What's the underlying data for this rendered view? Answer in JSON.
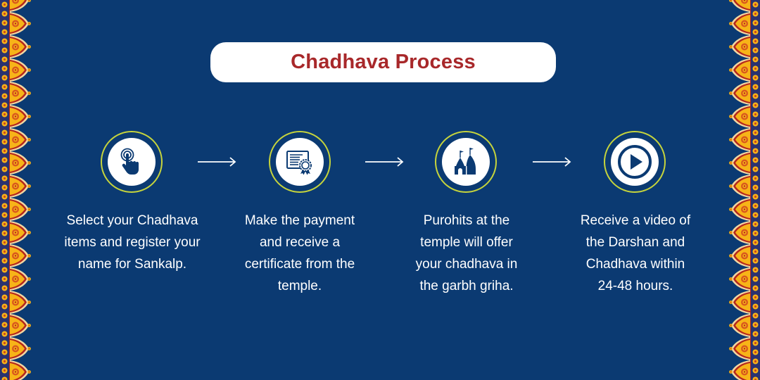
{
  "title": "Chadhava Process",
  "colors": {
    "background": "#0b3a72",
    "title_text": "#a8282a",
    "icon_ring": "#c6d43c",
    "icon_fill": "#0b3a72",
    "border_yellow": "#f7b418",
    "border_red": "#b5271c",
    "border_cream": "#f4d7a0"
  },
  "steps": [
    {
      "icon": "tap-hand-icon",
      "lines": [
        "Select your Chadhava",
        "items and register your",
        "name for Sankalp."
      ]
    },
    {
      "icon": "certificate-icon",
      "lines": [
        "Make the payment",
        "and receive a",
        "certificate from the",
        "temple."
      ]
    },
    {
      "icon": "temple-icon",
      "lines": [
        "Purohits at the",
        "temple will offer",
        "your chadhava in",
        "the garbh griha."
      ]
    },
    {
      "icon": "play-video-icon",
      "lines": [
        "Receive a video of",
        "the Darshan and",
        "Chadhava within",
        "24-48 hours."
      ]
    }
  ],
  "arrows": [
    "arrow-right-icon",
    "arrow-right-icon",
    "arrow-right-icon"
  ]
}
